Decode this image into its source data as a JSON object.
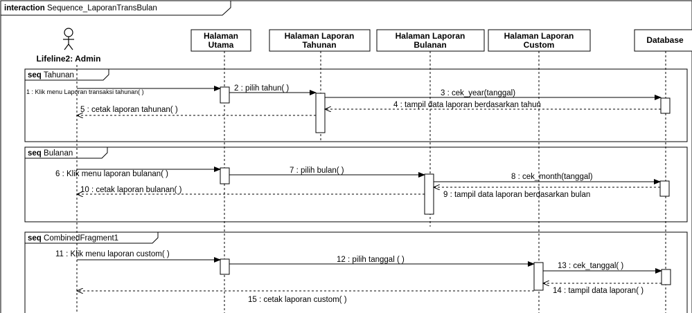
{
  "frame": {
    "keyword": "interaction",
    "name": "Sequence_LaporanTransBulan"
  },
  "actor": {
    "name": "Lifeline2: Admin"
  },
  "lifelines": [
    {
      "line1": "Halaman",
      "line2": "Utama"
    },
    {
      "line1": "Halaman Laporan",
      "line2": "Tahunan"
    },
    {
      "line1": "Halaman Laporan",
      "line2": "Bulanan"
    },
    {
      "line1": "Halaman Laporan",
      "line2": "Custom"
    },
    {
      "line1": "Database",
      "line2": ""
    }
  ],
  "fragments": [
    {
      "keyword": "seq",
      "name": "Tahunan"
    },
    {
      "keyword": "seq",
      "name": "Bulanan"
    },
    {
      "keyword": "seq",
      "name": "CombinedFragment1"
    }
  ],
  "messages": [
    {
      "label": "1 : Klik menu Laporan transaksi tahunan( )",
      "from": "Lifeline2: Admin",
      "to": "Halaman Utama",
      "kind": "call"
    },
    {
      "label": "2 : pilih tahun( )",
      "from": "Halaman Utama",
      "to": "Halaman Laporan Tahunan",
      "kind": "call"
    },
    {
      "label": "3 : cek_year(tanggal)",
      "from": "Halaman Laporan Tahunan",
      "to": "Database",
      "kind": "call"
    },
    {
      "label": "4 : tampil data laporan berdasarkan tahun",
      "from": "Database",
      "to": "Halaman Laporan Tahunan",
      "kind": "return"
    },
    {
      "label": "5 : cetak laporan tahunan( )",
      "from": "Halaman Laporan Tahunan",
      "to": "Lifeline2: Admin",
      "kind": "return"
    },
    {
      "label": "6 : Klik menu laporan bulanan( )",
      "from": "Lifeline2: Admin",
      "to": "Halaman Utama",
      "kind": "call"
    },
    {
      "label": "7 : pilih bulan( )",
      "from": "Halaman Utama",
      "to": "Halaman Laporan Bulanan",
      "kind": "call"
    },
    {
      "label": "8 : cek_month(tanggal)",
      "from": "Halaman Laporan Bulanan",
      "to": "Database",
      "kind": "call"
    },
    {
      "label": "9 : tampil data laporan berdasarkan bulan",
      "from": "Database",
      "to": "Halaman Laporan Bulanan",
      "kind": "return"
    },
    {
      "label": "10 : cetak laporan bulanan( )",
      "from": "Halaman Laporan Bulanan",
      "to": "Lifeline2: Admin",
      "kind": "return"
    },
    {
      "label": "11 : Klik menu laporan custom( )",
      "from": "Lifeline2: Admin",
      "to": "Halaman Utama",
      "kind": "call"
    },
    {
      "label": "12 : pilih tanggal ( )",
      "from": "Halaman Utama",
      "to": "Halaman Laporan Custom",
      "kind": "call"
    },
    {
      "label": "13 : cek_tanggal( )",
      "from": "Halaman Laporan Custom",
      "to": "Database",
      "kind": "call"
    },
    {
      "label": "14 : tampil data laporan( )",
      "from": "Database",
      "to": "Halaman Laporan Custom",
      "kind": "return"
    },
    {
      "label": "15 : cetak laporan custom( )",
      "from": "Halaman Laporan Custom",
      "to": "Lifeline2: Admin",
      "kind": "return"
    }
  ]
}
